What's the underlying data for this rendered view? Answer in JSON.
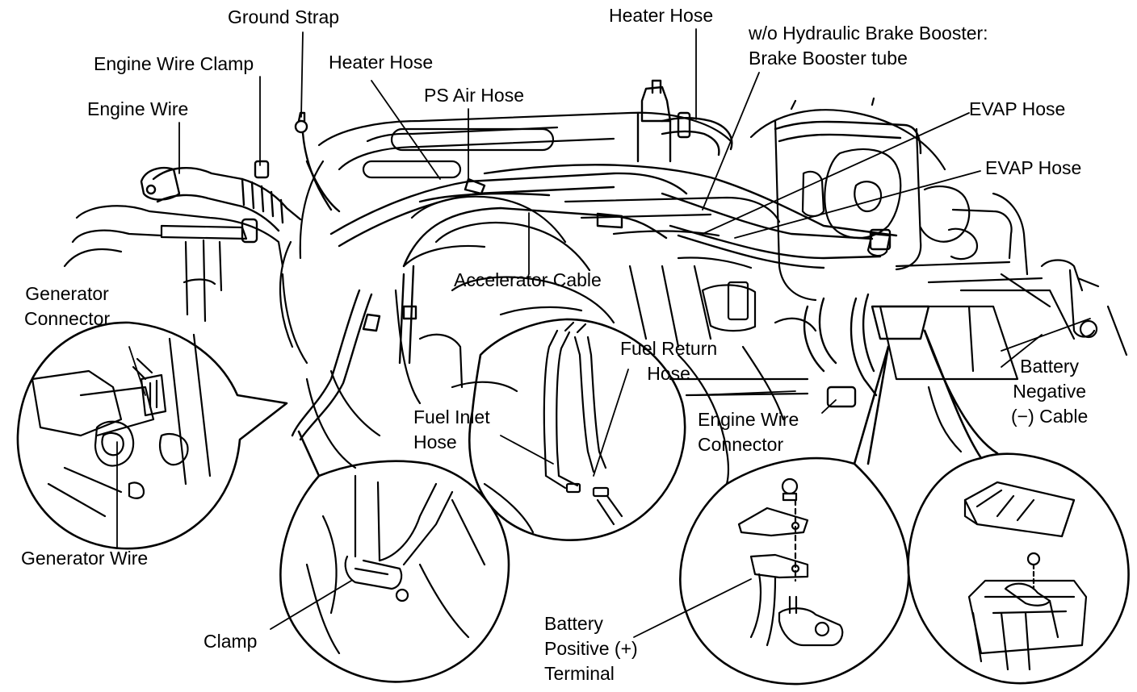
{
  "colors": {
    "ink": "#000000",
    "paper": "#ffffff"
  },
  "labels": {
    "ground_strap": "Ground Strap",
    "heater_hose_top": "Heater Hose",
    "brake_booster_line1": "w/o Hydraulic Brake Booster:",
    "brake_booster_line2": "Brake Booster tube",
    "engine_wire_clamp": "Engine Wire Clamp",
    "heater_hose_left": "Heater Hose",
    "ps_air_hose": "PS Air Hose",
    "evap_hose_1": "EVAP Hose",
    "engine_wire": "Engine Wire",
    "evap_hose_2": "EVAP Hose",
    "accelerator_cable": "Accelerator Cable",
    "generator_connector_line1": "Generator",
    "generator_connector_line2": "Connector",
    "fuel_return_hose_line1": "Fuel Return",
    "fuel_return_hose_line2": "Hose",
    "battery_negative_line1": "Battery",
    "battery_negative_line2": "Negative",
    "battery_negative_line3": "(−) Cable",
    "fuel_inlet_hose_line1": "Fuel Inlet",
    "fuel_inlet_hose_line2": "Hose",
    "engine_wire_connector_line1": "Engine Wire",
    "engine_wire_connector_line2": "Connector",
    "generator_wire": "Generator Wire",
    "clamp": "Clamp",
    "battery_positive_line1": "Battery",
    "battery_positive_line2": "Positive (+)",
    "battery_positive_line3": "Terminal"
  }
}
